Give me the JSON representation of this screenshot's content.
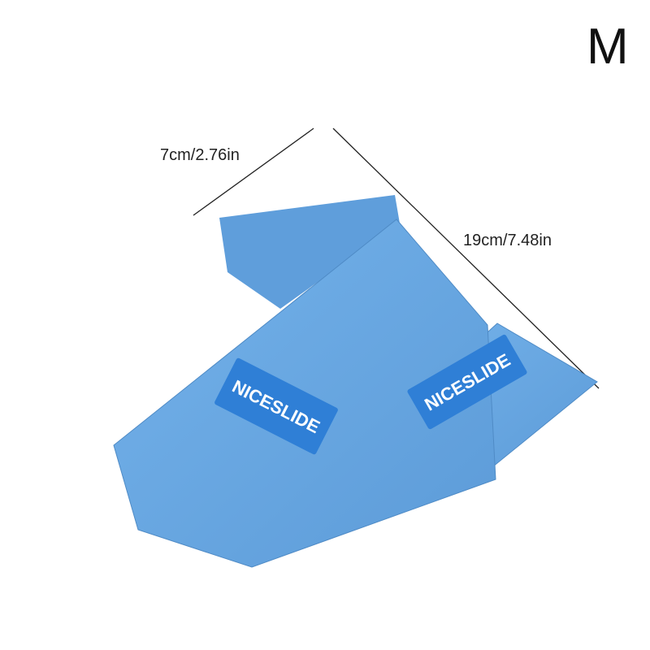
{
  "size_label": "M",
  "dimensions": {
    "width": "7cm/2.76in",
    "length": "19cm/7.48in"
  },
  "brand_logo": "NICESLIDE",
  "colors": {
    "band": "#6aaae2",
    "band_shadow": "#5592cc",
    "label": "#2f7fd6",
    "logo_text": "#ffffff"
  }
}
